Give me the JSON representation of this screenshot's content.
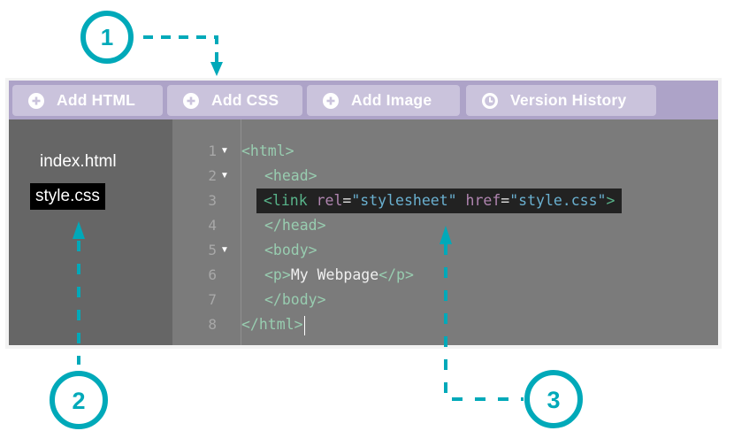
{
  "toolbar": {
    "buttons": [
      {
        "label": "Add HTML",
        "icon": "plus-circle-icon"
      },
      {
        "label": "Add CSS",
        "icon": "plus-circle-icon"
      },
      {
        "label": "Add Image",
        "icon": "plus-circle-icon"
      },
      {
        "label": "Version History",
        "icon": "clock-icon"
      }
    ]
  },
  "sidebar": {
    "files": [
      {
        "name": "index.html",
        "active": false
      },
      {
        "name": "style.css",
        "active": true
      }
    ]
  },
  "editor": {
    "lines": [
      {
        "number": "1",
        "foldable": true
      },
      {
        "number": "2",
        "foldable": true
      },
      {
        "number": "3",
        "foldable": false
      },
      {
        "number": "4",
        "foldable": false
      },
      {
        "number": "5",
        "foldable": true
      },
      {
        "number": "6",
        "foldable": false
      },
      {
        "number": "7",
        "foldable": false
      },
      {
        "number": "8",
        "foldable": false
      }
    ],
    "fold_glyph": "▼",
    "code": {
      "l1_tag": "<html>",
      "l2_tag": "<head>",
      "l3_open": "<link",
      "l3_attr1": "rel",
      "l3_eq1": "=",
      "l3_val1": "\"stylesheet\"",
      "l3_attr2": "href",
      "l3_eq2": "=",
      "l3_val2": "\"style.css\"",
      "l3_close": ">",
      "l4_tag": "</head>",
      "l5_tag": "<body>",
      "l6_open": "<p>",
      "l6_text": "My Webpage",
      "l6_close": "</p>",
      "l7_tag": "</body>",
      "l8_tag": "</html>"
    }
  },
  "callouts": {
    "one": "1",
    "two": "2",
    "three": "3",
    "color": "#00a9b9"
  }
}
